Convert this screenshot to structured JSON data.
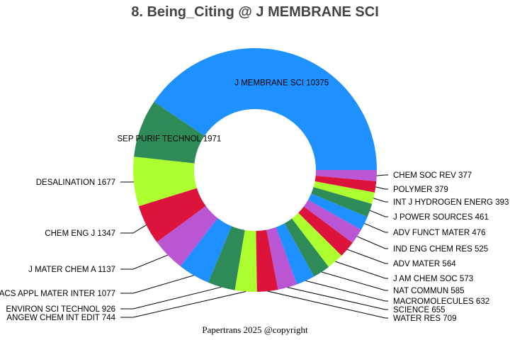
{
  "title": "8. Being_Citing @ J MEMBRANE SCI",
  "footer": "Papertrans 2025 @copyright",
  "chart_data": {
    "type": "pie",
    "variant": "donut",
    "start": "east, clockwise",
    "slices": [
      {
        "label": "J MEMBRANE SCI",
        "value": 10375,
        "color": "#1e90ff"
      },
      {
        "label": "SEP PURIF TECHNOL",
        "value": 1971,
        "color": "#2e8b57"
      },
      {
        "label": "DESALINATION",
        "value": 1677,
        "color": "#adff2f"
      },
      {
        "label": "CHEM ENG J",
        "value": 1347,
        "color": "#dc143c"
      },
      {
        "label": "J MATER CHEM A",
        "value": 1137,
        "color": "#ba55d3"
      },
      {
        "label": "ACS APPL MATER INTER",
        "value": 1077,
        "color": "#1e90ff"
      },
      {
        "label": "ENVIRON SCI TECHNOL",
        "value": 926,
        "color": "#2e8b57"
      },
      {
        "label": "ANGEW CHEM INT EDIT",
        "value": 744,
        "color": "#adff2f"
      },
      {
        "label": "WATER RES",
        "value": 709,
        "color": "#dc143c"
      },
      {
        "label": "SCIENCE",
        "value": 655,
        "color": "#ba55d3"
      },
      {
        "label": "MACROMOLECULES",
        "value": 632,
        "color": "#1e90ff"
      },
      {
        "label": "NAT COMMUN",
        "value": 585,
        "color": "#2e8b57"
      },
      {
        "label": "J AM CHEM SOC",
        "value": 573,
        "color": "#adff2f"
      },
      {
        "label": "ADV MATER",
        "value": 564,
        "color": "#dc143c"
      },
      {
        "label": "IND ENG CHEM RES",
        "value": 525,
        "color": "#ba55d3"
      },
      {
        "label": "ADV FUNCT MATER",
        "value": 476,
        "color": "#1e90ff"
      },
      {
        "label": "J POWER SOURCES",
        "value": 461,
        "color": "#2e8b57"
      },
      {
        "label": "INT J HYDROGEN ENERG",
        "value": 393,
        "color": "#adff2f"
      },
      {
        "label": "POLYMER",
        "value": 379,
        "color": "#dc143c"
      },
      {
        "label": "CHEM SOC REV",
        "value": 377,
        "color": "#ba55d3"
      }
    ]
  }
}
